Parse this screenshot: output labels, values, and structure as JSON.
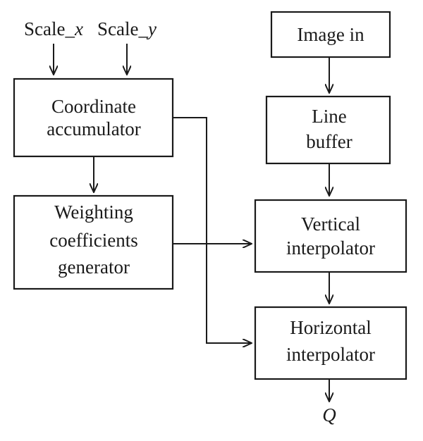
{
  "inputs": {
    "scale_x": {
      "prefix": "Scale_",
      "var": "x"
    },
    "scale_y": {
      "prefix": "Scale_",
      "var": "y"
    }
  },
  "blocks": {
    "coordinate_accumulator": {
      "line1": "Coordinate",
      "line2": "accumulator"
    },
    "weighting_coefficients_generator": {
      "line1": "Weighting",
      "line2": "coefficients",
      "line3": "generator"
    },
    "image_in": {
      "line1": "Image in"
    },
    "line_buffer": {
      "line1": "Line",
      "line2": "buffer"
    },
    "vertical_interpolator": {
      "line1": "Vertical",
      "line2": "interpolator"
    },
    "horizontal_interpolator": {
      "line1": "Horizontal",
      "line2": "interpolator"
    }
  },
  "output": {
    "label": "Q"
  },
  "colors": {
    "stroke": "#1a1a1a",
    "background": "#ffffff"
  }
}
